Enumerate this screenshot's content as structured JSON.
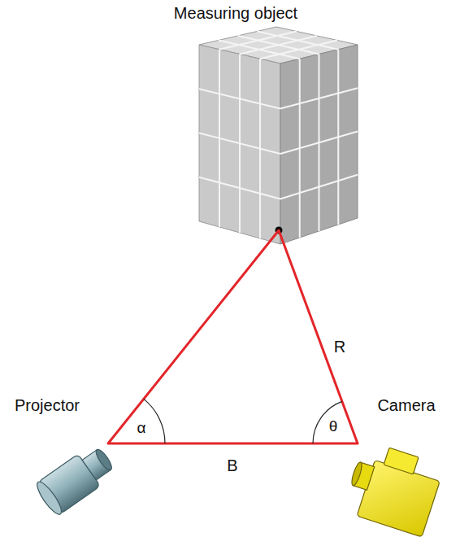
{
  "diagram": {
    "labels": [
      "Measuring object",
      "R",
      "Projector",
      "α",
      "θ",
      "Camera",
      "B"
    ]
  }
}
